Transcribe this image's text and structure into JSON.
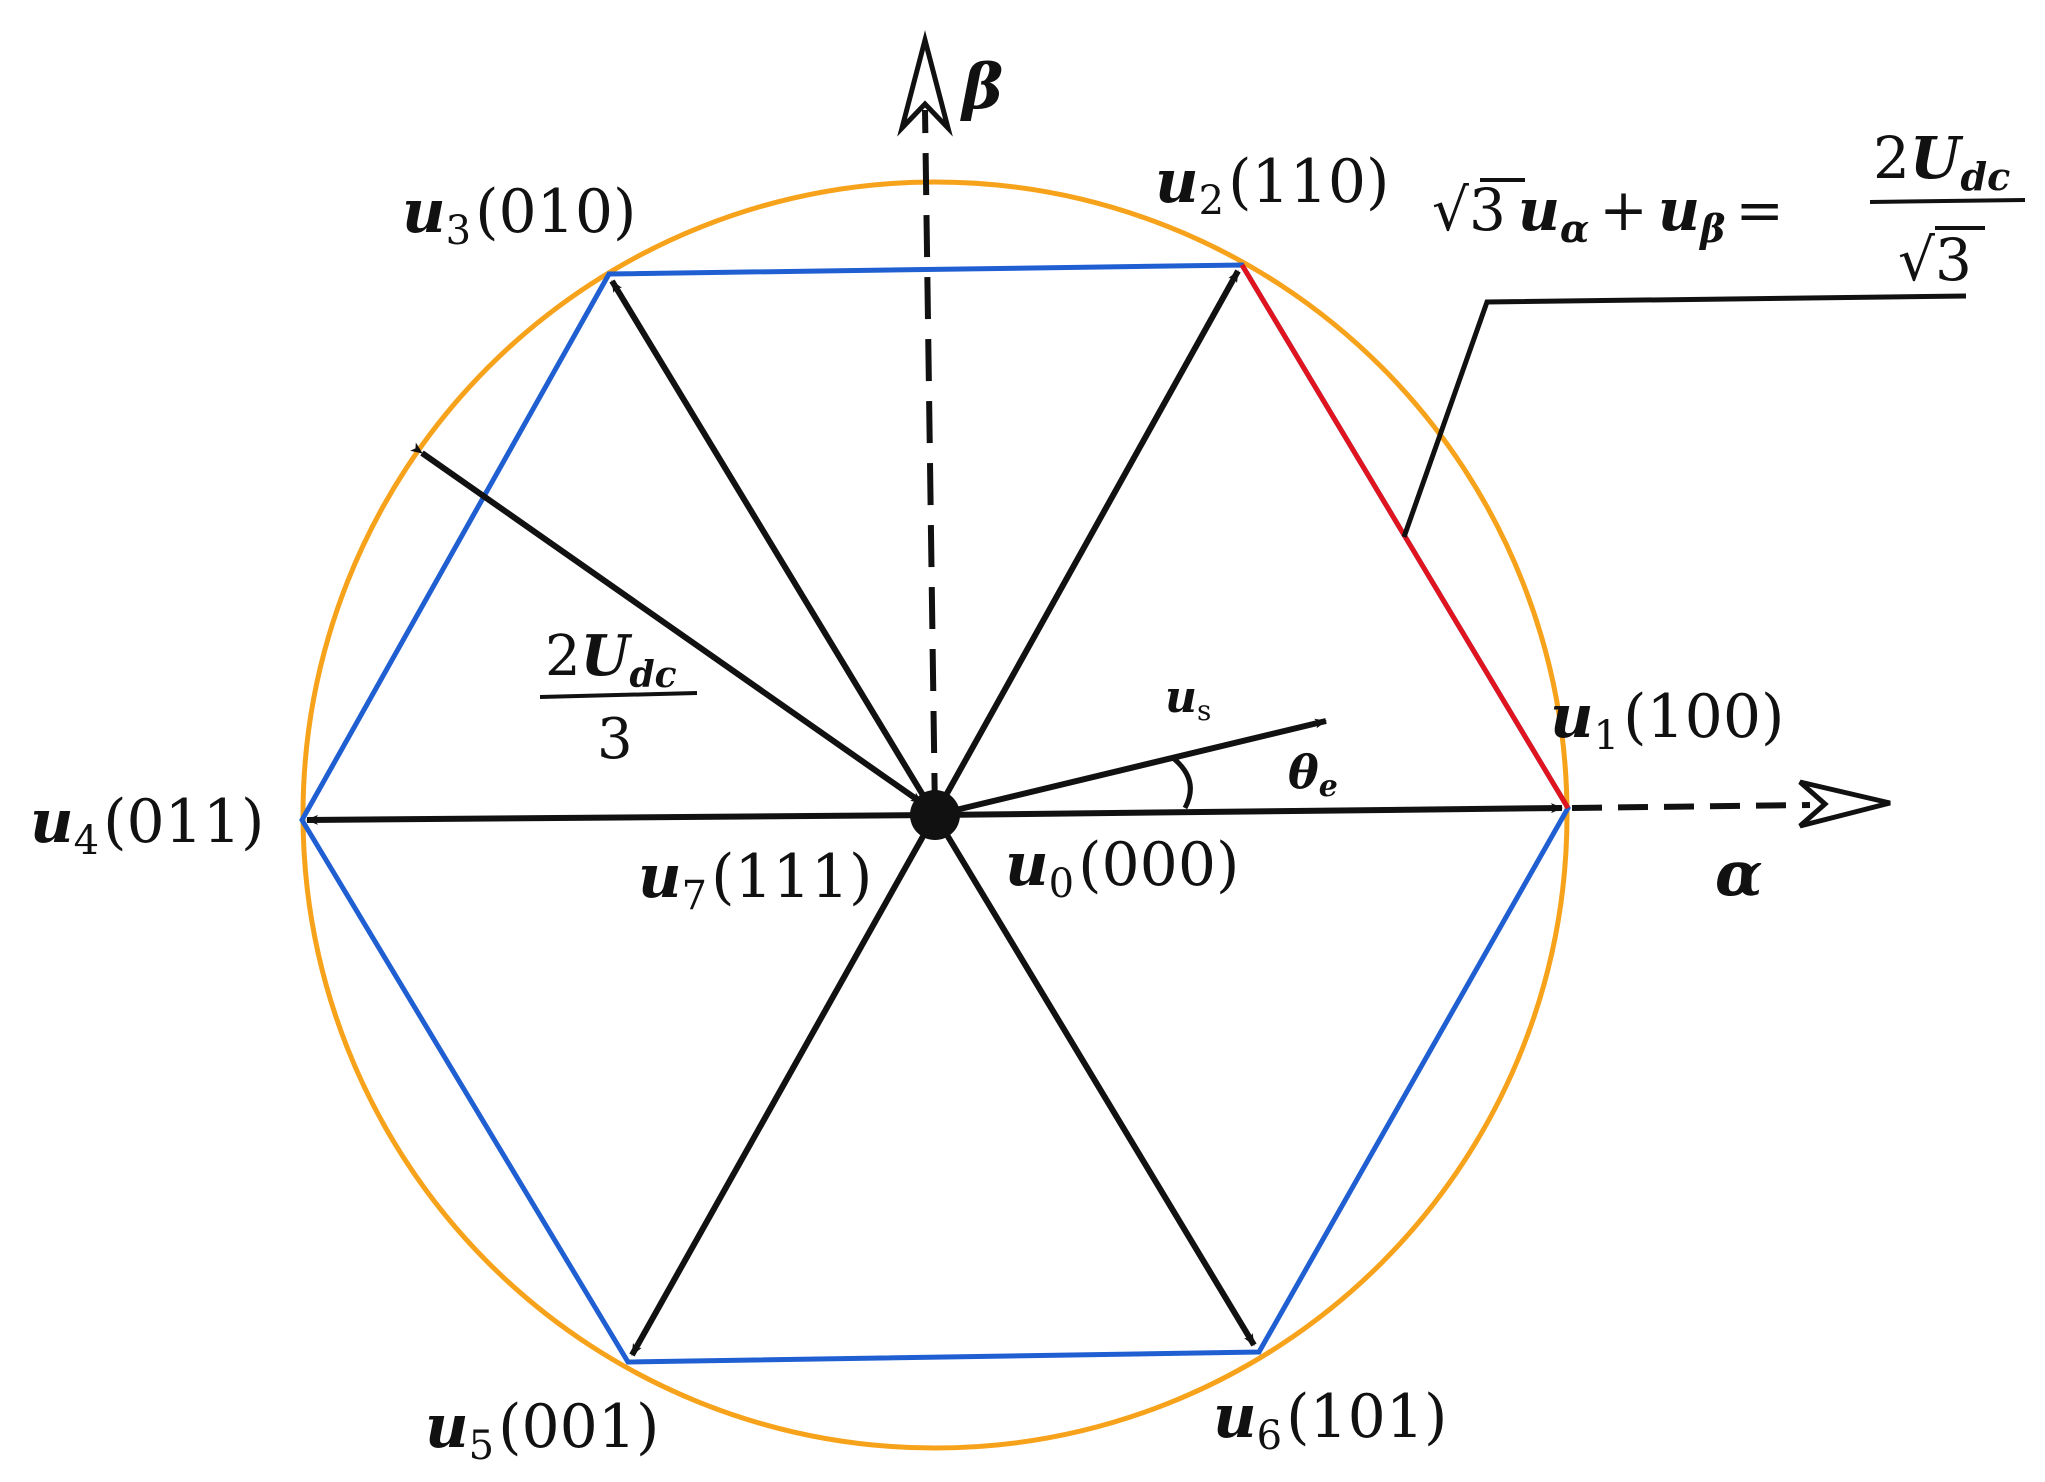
{
  "colors": {
    "circle": "#f7a21b",
    "hexagon": "#1f5fd1",
    "highlight_edge": "#e0141e",
    "vectors": "#111111"
  },
  "axes": {
    "alpha": "α",
    "beta": "β"
  },
  "vectors": [
    {
      "sym": "u",
      "sub": "1",
      "code": "(100)"
    },
    {
      "sym": "u",
      "sub": "2",
      "code": "(110)"
    },
    {
      "sym": "u",
      "sub": "3",
      "code": "(010)"
    },
    {
      "sym": "u",
      "sub": "4",
      "code": "(011)"
    },
    {
      "sym": "u",
      "sub": "5",
      "code": "(001)"
    },
    {
      "sym": "u",
      "sub": "6",
      "code": "(101)"
    },
    {
      "sym": "u",
      "sub": "0",
      "code": "(000)"
    },
    {
      "sym": "u",
      "sub": "7",
      "code": "(111)"
    }
  ],
  "us": {
    "sym": "u",
    "sub": "s"
  },
  "theta": {
    "sym": "θ",
    "sub": "e"
  },
  "radius_label": {
    "num_coef": "2",
    "num_sym": "U",
    "num_sub": "dc",
    "den": "3"
  },
  "equation": {
    "sqrt": "√",
    "three": "3",
    "ua": "u",
    "ua_sub": "α",
    "plus": "+",
    "ub": "u",
    "ub_sub": "β",
    "equals": "=",
    "rhs_coef": "2",
    "rhs_sym": "U",
    "rhs_sub": "dc",
    "rhs_den_sqrt": "√",
    "rhs_den": "3"
  }
}
